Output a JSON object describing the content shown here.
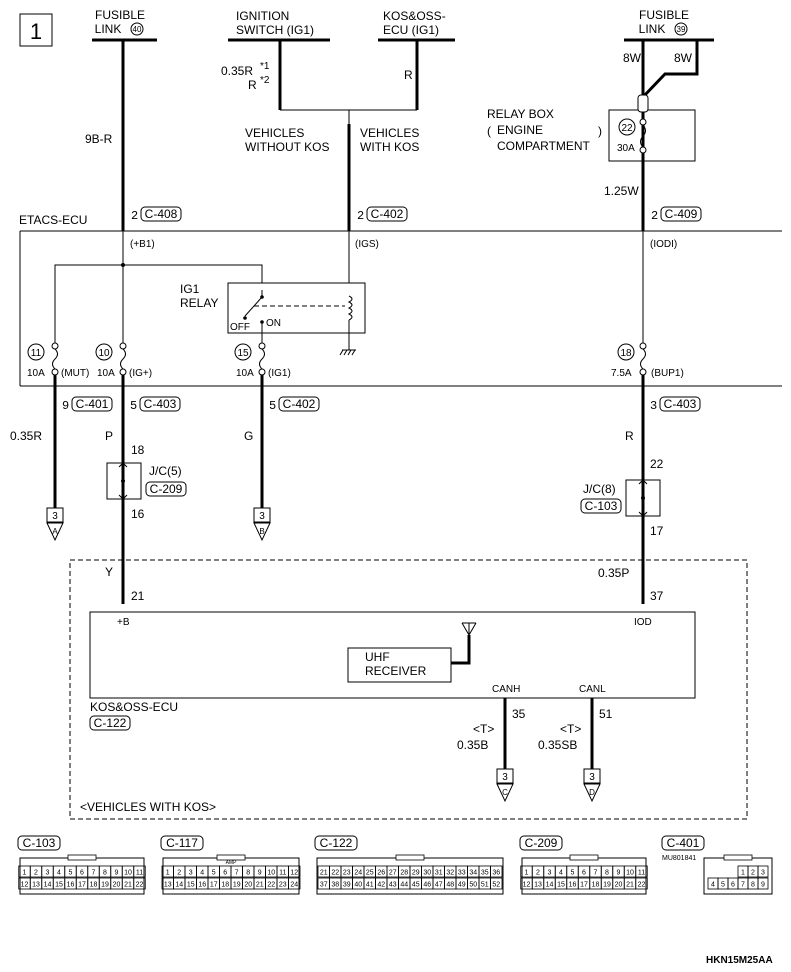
{
  "page_number": "1",
  "fusible_link_40": {
    "line1": "FUSIBLE",
    "line2": "LINK",
    "num": "40"
  },
  "ignition_switch": {
    "line1": "IGNITION",
    "line2": "SWITCH (IG1)"
  },
  "kos_ecu_top": {
    "line1": "KOS&OSS-",
    "line2": "ECU (IG1)"
  },
  "fusible_link_39": {
    "line1": "FUSIBLE",
    "line2": "LINK",
    "num": "39"
  },
  "wire_9br": "9B-R",
  "wire_035r_star1": "0.35R",
  "wire_r_star2": "R",
  "star1": "*1",
  "star2": "*2",
  "wire_r_kos": "R",
  "wire_8w_a": "8W",
  "wire_8w_b": "8W",
  "relay_box": {
    "line1": "RELAY BOX",
    "line2": "ENGINE",
    "line3": "COMPARTMENT",
    "fuse_num": "22",
    "fuse_amp": "30A"
  },
  "vehicles_without_kos": {
    "line1": "VEHICLES",
    "line2": "WITHOUT KOS"
  },
  "vehicles_with_kos": {
    "line1": "VEHICLES",
    "line2": "WITH KOS"
  },
  "wire_125w": "1.25W",
  "etacs_label": "ETACS-ECU",
  "conn_c408": {
    "pin": "2",
    "name": "C-408"
  },
  "conn_c402_top": {
    "pin": "2",
    "name": "C-402"
  },
  "conn_c409": {
    "pin": "2",
    "name": "C-409"
  },
  "sig_b1": "(+B1)",
  "sig_igs": "(IGS)",
  "sig_iodi": "(IODI)",
  "ig1_relay": {
    "line1": "IG1",
    "line2": "RELAY",
    "off": "OFF",
    "on": "ON"
  },
  "fuse11": {
    "num": "11",
    "amp": "10A",
    "sig": "(MUT)"
  },
  "fuse10": {
    "num": "10",
    "amp": "10A",
    "sig": "(IG+)"
  },
  "fuse15": {
    "num": "15",
    "amp": "10A",
    "sig": "(IG1)"
  },
  "fuse18": {
    "num": "18",
    "amp": "7.5A",
    "sig": "(BUP1)"
  },
  "conn_c401": {
    "pin": "9",
    "name": "C-401"
  },
  "conn_c403_a": {
    "pin": "5",
    "name": "C-403"
  },
  "conn_c402_b": {
    "pin": "5",
    "name": "C-402"
  },
  "conn_c403_b": {
    "pin": "3",
    "name": "C-403"
  },
  "wire_035r": "0.35R",
  "wire_p": "P",
  "wire_g": "G",
  "wire_r_right": "R",
  "jc5": {
    "top_pin": "18",
    "bot_pin": "16",
    "name": "J/C(5)",
    "conn": "C-209"
  },
  "jc8": {
    "top_pin": "22",
    "bot_pin": "17",
    "name": "J/C(8)",
    "conn": "C-103"
  },
  "ref_a": {
    "page": "3",
    "letter": "A"
  },
  "ref_b": {
    "page": "3",
    "letter": "B"
  },
  "ref_c": {
    "page": "3",
    "letter": "C"
  },
  "ref_d": {
    "page": "3",
    "letter": "D"
  },
  "wire_y": "Y",
  "wire_035p": "0.35P",
  "pin21": "21",
  "pin37": "37",
  "sig_plus_b": "+B",
  "sig_iod": "IOD",
  "uhf": {
    "line1": "UHF",
    "line2": "RECEIVER"
  },
  "canh": "CANH",
  "canl": "CANL",
  "pin35": "35",
  "pin51": "51",
  "t_mark_1": "<T>",
  "t_mark_2": "<T>",
  "wire_035b": "0.35B",
  "wire_035sb": "0.35SB",
  "kos_ecu": {
    "name": "KOS&OSS-ECU",
    "conn": "C-122"
  },
  "vehicles_with_kos_note": "<VEHICLES  WITH KOS>",
  "connectors": [
    {
      "name": "C-103",
      "row1": [
        "1",
        "2",
        "3",
        "4",
        "5",
        "6",
        "7",
        "8",
        "9",
        "10",
        "11"
      ],
      "row2": [
        "12",
        "13",
        "14",
        "15",
        "16",
        "17",
        "18",
        "19",
        "20",
        "21",
        "22"
      ]
    },
    {
      "name": "C-117",
      "row1": [
        "1",
        "2",
        "3",
        "4",
        "5",
        "6",
        "7",
        "8",
        "9",
        "10",
        "11",
        "12"
      ],
      "row2": [
        "13",
        "14",
        "15",
        "16",
        "17",
        "18",
        "19",
        "20",
        "21",
        "22",
        "23",
        "24"
      ],
      "note": "AMP"
    },
    {
      "name": "C-122",
      "row1": [
        "21",
        "22",
        "23",
        "24",
        "25",
        "26",
        "27",
        "28",
        "29",
        "30",
        "31",
        "32",
        "33",
        "34",
        "35",
        "36"
      ],
      "row2": [
        "37",
        "38",
        "39",
        "40",
        "41",
        "42",
        "43",
        "44",
        "45",
        "46",
        "47",
        "48",
        "49",
        "50",
        "51",
        "52"
      ]
    },
    {
      "name": "C-209",
      "row1": [
        "1",
        "2",
        "3",
        "4",
        "5",
        "6",
        "7",
        "8",
        "9",
        "10",
        "11"
      ],
      "row2": [
        "12",
        "13",
        "14",
        "15",
        "16",
        "17",
        "18",
        "19",
        "20",
        "21",
        "22"
      ]
    },
    {
      "name": "C-401",
      "part": "MU801841",
      "row1": [
        "1",
        "2",
        "3"
      ],
      "row2": [
        "4",
        "5",
        "6",
        "7",
        "8",
        "9"
      ]
    }
  ],
  "figure_code": "HKN15M25AA"
}
